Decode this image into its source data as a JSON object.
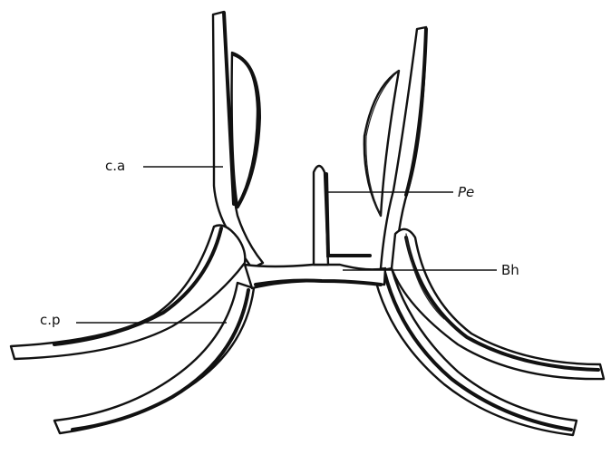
{
  "labels": {
    "ca": "c.a",
    "cp": "c.p",
    "pe": "Pe",
    "bh": "Bh"
  }
}
